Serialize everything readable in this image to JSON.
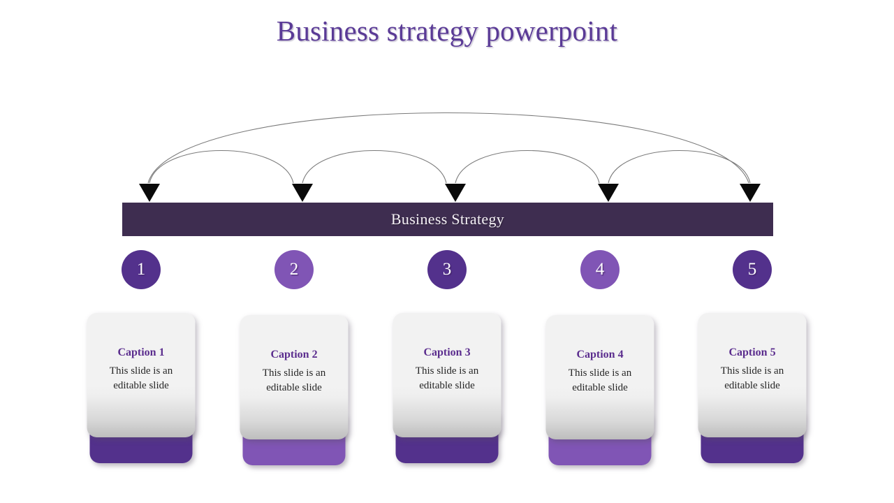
{
  "slide": {
    "title": "Business strategy powerpoint",
    "background_color": "#ffffff"
  },
  "banner": {
    "label": "Business Strategy",
    "background_color": "#3e2d50",
    "text_color": "#f5f1f6"
  },
  "palette": {
    "title_purple": "#5a3a96",
    "dark_purple": "#53318c",
    "light_purple": "#8055b5",
    "banner_purple": "#3e2d50",
    "caption_purple": "#5b2d8e",
    "card_gray": "#f2f2f2",
    "arc_gray": "#7a7a7a",
    "arrow_black": "#0a0a0a"
  },
  "arrows": {
    "count": 5,
    "arrowhead_shape": "down-triangle",
    "arc_color": "#7a7a7a",
    "arcs": [
      {
        "name": "arc-span-1-to-5",
        "from": 1,
        "to": 5
      },
      {
        "name": "arc-span-1-to-2",
        "from": 1,
        "to": 2
      },
      {
        "name": "arc-span-2-to-3",
        "from": 2,
        "to": 3
      },
      {
        "name": "arc-span-3-to-4",
        "from": 3,
        "to": 4
      },
      {
        "name": "arc-span-4-to-5",
        "from": 4,
        "to": 5
      }
    ]
  },
  "steps": [
    {
      "number": "1",
      "caption": "Caption 1",
      "text": "This slide is an editable slide",
      "accent": "dark"
    },
    {
      "number": "2",
      "caption": "Caption 2",
      "text": "This slide is an editable slide",
      "accent": "light"
    },
    {
      "number": "3",
      "caption": "Caption 3",
      "text": "This slide is an editable slide",
      "accent": "dark"
    },
    {
      "number": "4",
      "caption": "Caption 4",
      "text": "This slide is an editable slide",
      "accent": "light"
    },
    {
      "number": "5",
      "caption": "Caption 5",
      "text": "This slide is an editable slide",
      "accent": "dark"
    }
  ]
}
